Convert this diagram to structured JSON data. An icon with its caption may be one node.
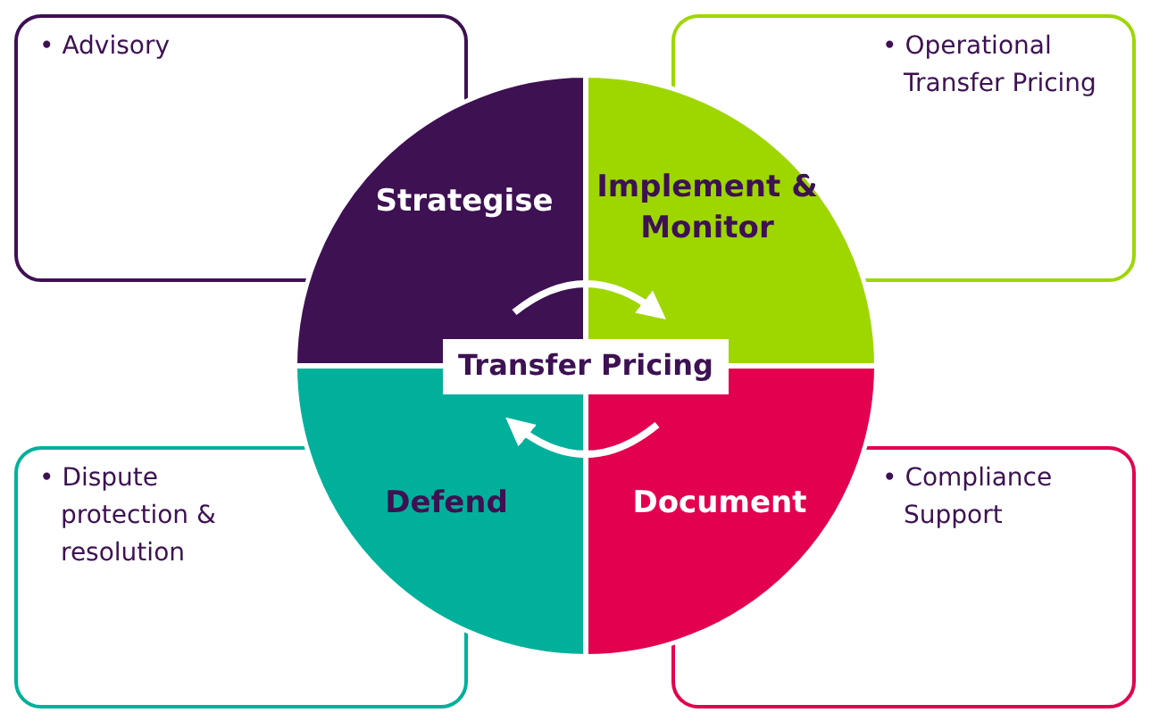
{
  "diagram": {
    "nodes": [
      {
        "text": [
          "• Advisory"
        ]
      },
      {
        "text": [
          "• Operational Transfer Pricing"
        ]
      },
      {
        "text": [
          "Strategise"
        ]
      },
      {
        "text": [
          "Implement & Monitor"
        ]
      },
      {
        "text": [
          "Transfer Pricing"
        ]
      },
      {
        "text": [
          "• Dispute protection & resolution"
        ]
      },
      {
        "text": [
          "Defend"
        ]
      },
      {
        "text": [
          "Document"
        ]
      },
      {
        "text": [
          "• Compliance Support"
        ]
      }
    ],
    "edges": [
      {
        "from": 2,
        "to": 3,
        "arrow": "to"
      },
      {
        "from": 7,
        "to": 6,
        "arrow": "to"
      }
    ]
  }
}
